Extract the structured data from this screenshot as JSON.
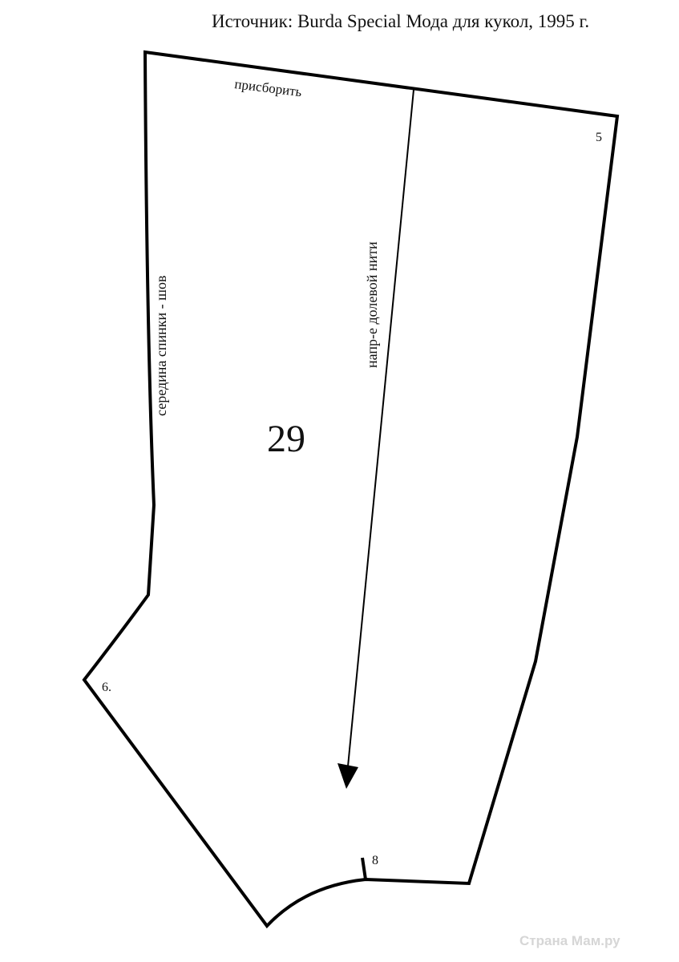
{
  "source_caption": "Источник: Burda Special Мода для кукол, 1995 г.",
  "piece_number": "29",
  "labels": {
    "gather": "присборить",
    "center_back_seam": "середина спинки - шов",
    "grainline": "напр-е долевой нити",
    "point_5": "5",
    "point_6": "6.",
    "point_8": "8"
  },
  "watermark": "Страна Мам.ру",
  "colors": {
    "line": "#000000",
    "background": "#ffffff"
  }
}
